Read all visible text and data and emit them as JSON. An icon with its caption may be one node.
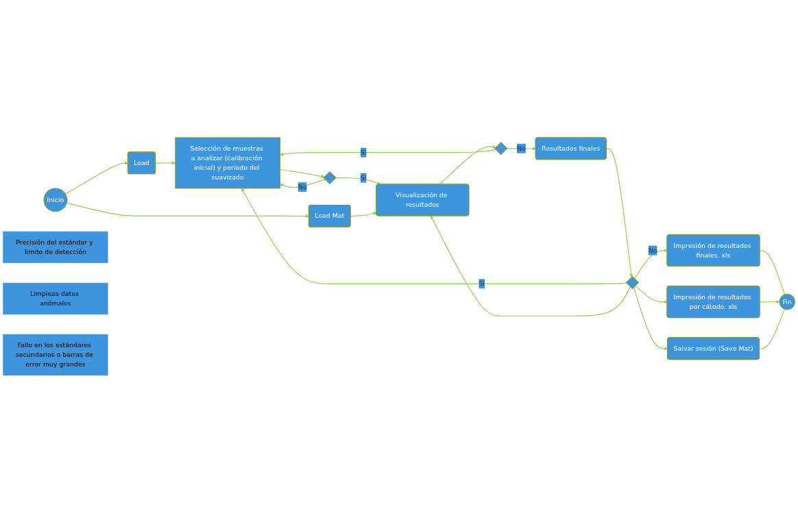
{
  "diagram": {
    "nodes": [
      {
        "text": [
          "Inicio"
        ]
      },
      {
        "text": [
          "Load"
        ]
      },
      {
        "text": [
          "Load Mat"
        ]
      },
      {
        "text": [
          "Selección de muestras a analizar (calibración inicial) y periodo del suavizado"
        ]
      },
      {
        "text": [],
        "shape": "diamond"
      },
      {
        "text": [
          "Visualización de resultados"
        ]
      },
      {
        "text": [],
        "shape": "diamond"
      },
      {
        "text": [
          "Resultados finales"
        ]
      },
      {
        "text": [],
        "shape": "diamond"
      },
      {
        "text": [
          "Impresión de resultados finales. xls"
        ]
      },
      {
        "text": [
          "Impresión de resultados por cátodo. xls"
        ]
      },
      {
        "text": [
          "Salvar sesión (Save Mat)"
        ]
      },
      {
        "text": [
          "Fin"
        ]
      },
      {
        "text": [
          "Precisión del estándar y limite de detección"
        ]
      },
      {
        "text": [
          "Limpieza datos anómalos"
        ]
      },
      {
        "text": [
          "Fallo en los estándares secundarios o barras de error muy grandes"
        ]
      }
    ],
    "edges": [
      {
        "from": 0,
        "to": 1,
        "arrow": "to"
      },
      {
        "from": 0,
        "to": 2,
        "arrow": "to"
      },
      {
        "from": 1,
        "to": 3,
        "arrow": "to"
      },
      {
        "from": 3,
        "to": 4,
        "arrow": "to"
      },
      {
        "from": 4,
        "to": 5,
        "arrow": "to",
        "label": "Si"
      },
      {
        "from": 4,
        "to": 3,
        "arrow": "to",
        "label": "No"
      },
      {
        "from": 2,
        "to": 5,
        "arrow": "to"
      },
      {
        "from": 5,
        "to": 6,
        "arrow": "to"
      },
      {
        "from": 6,
        "to": 3,
        "arrow": "to",
        "label": "Si"
      },
      {
        "from": 6,
        "to": 7,
        "arrow": "to",
        "label": "No"
      },
      {
        "from": 7,
        "to": 8,
        "arrow": "to"
      },
      {
        "from": 8,
        "to": 3,
        "arrow": "to",
        "label": "Si"
      },
      {
        "from": 8,
        "to": 5,
        "arrow": "to"
      },
      {
        "from": 8,
        "to": 9,
        "arrow": "to",
        "label": "No"
      },
      {
        "from": 8,
        "to": 10,
        "arrow": "to"
      },
      {
        "from": 8,
        "to": 11,
        "arrow": "to"
      },
      {
        "from": 9,
        "to": 12,
        "arrow": "none"
      },
      {
        "from": 10,
        "to": 12,
        "arrow": "to"
      },
      {
        "from": 11,
        "to": 12,
        "arrow": "none"
      }
    ]
  }
}
